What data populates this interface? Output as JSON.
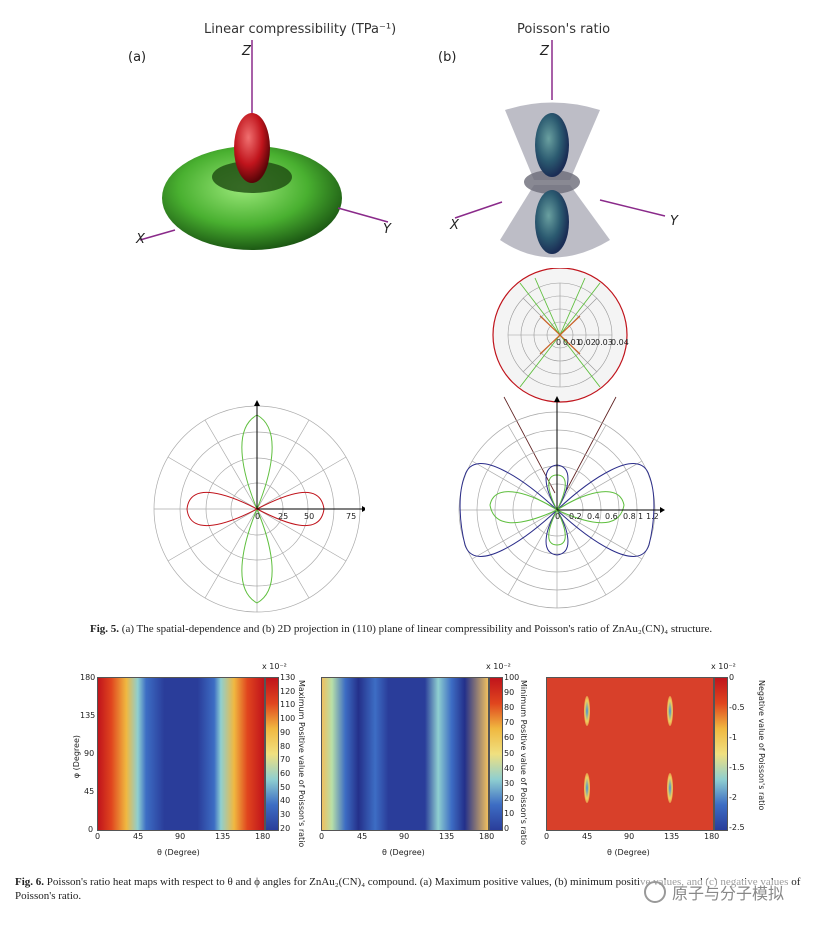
{
  "fig5": {
    "title_a": "Linear compressibility (TPa⁻¹)",
    "title_b": "Poisson's ratio",
    "label_a": "(a)",
    "label_b": "(b)",
    "axes": {
      "z": "Z",
      "x": "X",
      "y": "Y"
    },
    "inset_ticks": [
      "0",
      "0.01",
      "0.02",
      "0.03",
      "0.04"
    ],
    "polar_a_ticks": [
      "0",
      "25",
      "50",
      "75"
    ],
    "polar_b_ticks": [
      "0",
      "0.2",
      "0.4",
      "0.6",
      "0.8",
      "1",
      "1.2"
    ],
    "caption_label": "Fig. 5.",
    "caption_text": "(a) The spatial-dependence and (b) 2D projection in (110) plane of linear compressibility and Poisson's ratio of ZnAu₂(CN)₄ structure."
  },
  "fig6": {
    "ylabel": "φ (Degree)",
    "xlabel": "θ (Degree)",
    "x_ticks": [
      "0",
      "45",
      "90",
      "135",
      "180"
    ],
    "y_ticks": [
      "180",
      "135",
      "90",
      "45",
      "0"
    ],
    "colorbars": [
      {
        "exp": "x 10⁻²",
        "ticks": [
          "130",
          "120",
          "110",
          "100",
          "90",
          "80",
          "70",
          "60",
          "50",
          "40",
          "30",
          "20"
        ],
        "title": "Maximum Positive value of Poisson's ratio"
      },
      {
        "exp": "x 10⁻²",
        "ticks": [
          "100",
          "90",
          "80",
          "70",
          "60",
          "50",
          "40",
          "30",
          "20",
          "10",
          "0"
        ],
        "title": "Minimum Positive value of Poisson's ratio"
      },
      {
        "exp": "x 10⁻²",
        "ticks": [
          "0",
          "-0.5",
          "-1",
          "-1.5",
          "-2",
          "-2.5"
        ],
        "title": "Negative value of Poisson's ratio"
      }
    ],
    "caption_label": "Fig. 6.",
    "caption_text": "Poisson's ratio heat maps with respect to θ and ϕ angles for ZnAu₂(CN)₄ compound. (a) Maximum positive values, (b) minimum positive values, and (c) negative values of Poisson's ratio."
  },
  "watermark": "原子与分子模拟",
  "colors": {
    "green": "#5fbf3e",
    "red": "#c0141c",
    "blue_lobe": "#2b3f7a",
    "axis": "#8a2a8a"
  }
}
